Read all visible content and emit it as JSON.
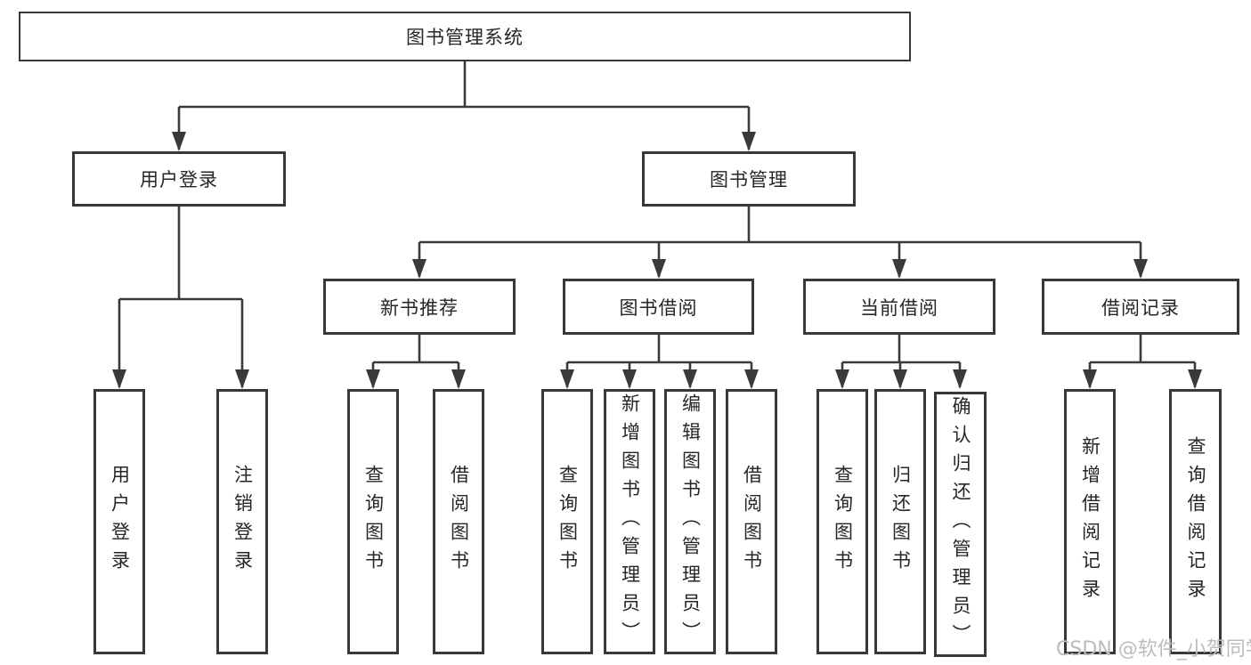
{
  "diagram": {
    "root": {
      "label": "图书管理系统"
    },
    "branches": [
      {
        "label": "用户登录",
        "children": [
          {
            "label": "用户登录"
          },
          {
            "label": "注销登录"
          }
        ]
      },
      {
        "label": "图书管理",
        "children": [
          {
            "label": "新书推荐",
            "children": [
              {
                "label": "查询图书"
              },
              {
                "label": "借阅图书"
              }
            ]
          },
          {
            "label": "图书借阅",
            "children": [
              {
                "label": "查询图书"
              },
              {
                "label": "新增图书（管理员）"
              },
              {
                "label": "编辑图书（管理员）"
              },
              {
                "label": "借阅图书"
              }
            ]
          },
          {
            "label": "当前借阅",
            "children": [
              {
                "label": "查询图书"
              },
              {
                "label": "归还图书"
              },
              {
                "label": "确认归还（管理员）"
              }
            ]
          },
          {
            "label": "借阅记录",
            "children": [
              {
                "label": "新增借阅记录"
              },
              {
                "label": "查询借阅记录"
              }
            ]
          }
        ]
      }
    ]
  },
  "watermark": {
    "text": "CSDN @软件_小贺同学"
  },
  "colors": {
    "line": "#3a3a3a",
    "box-border": "#383838",
    "text": "#262626",
    "watermark": "#b9bdc1",
    "background": "#ffffff"
  }
}
